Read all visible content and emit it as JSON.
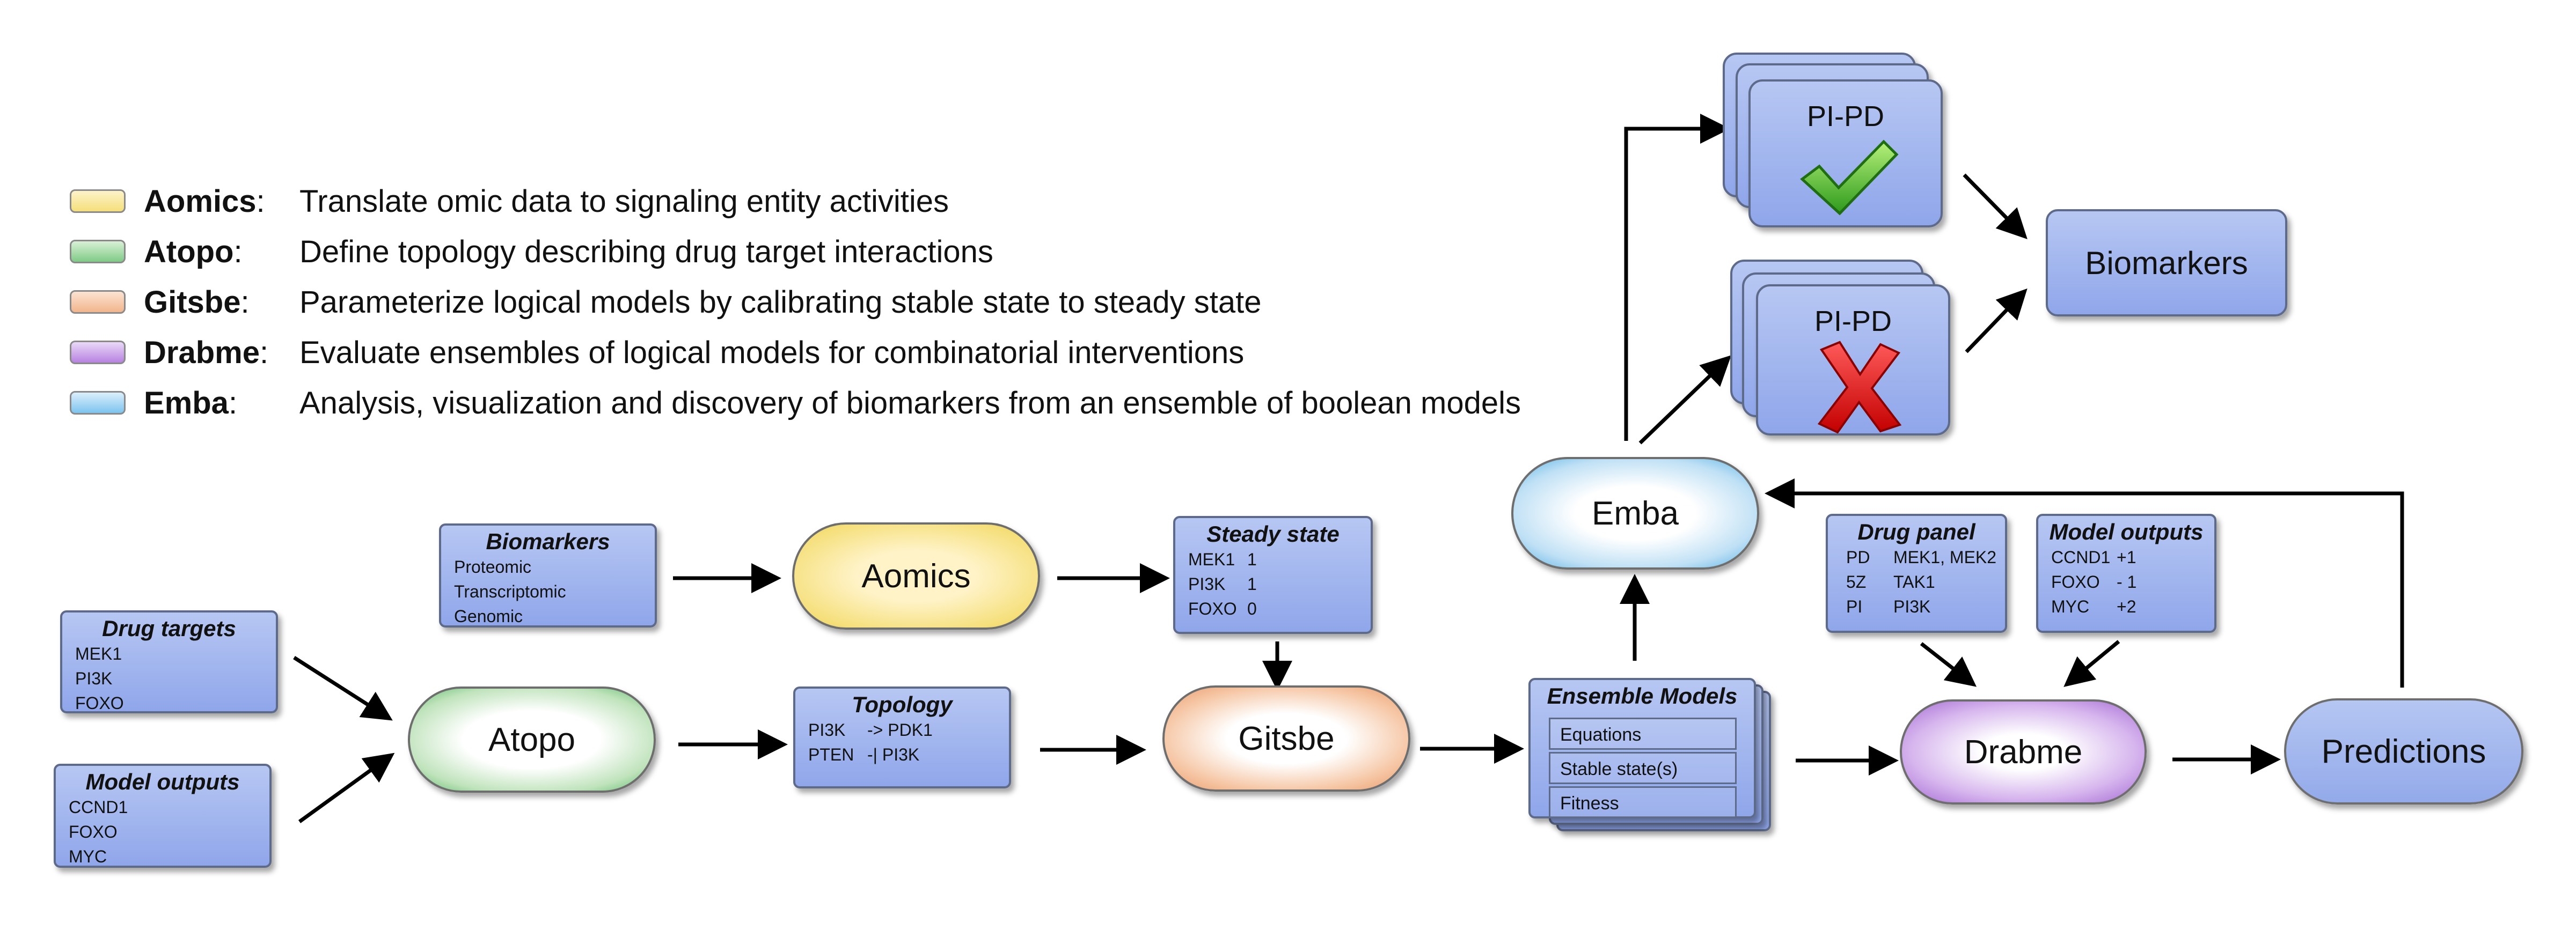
{
  "legend": [
    {
      "name": "Aomics",
      "desc": "Translate omic data to signaling entity activities",
      "color": "#f5df7a"
    },
    {
      "name": "Atopo",
      "desc": "Define topology describing drug target interactions",
      "color": "#7fcb86"
    },
    {
      "name": "Gitsbe",
      "desc": "Parameterize logical models by calibrating stable state to steady state",
      "color": "#f2b58c"
    },
    {
      "name": "Drabme",
      "desc": "Evaluate ensembles of logical models for combinatorial interventions",
      "color": "#b782e0"
    },
    {
      "name": "Emba",
      "desc": "Analysis, visualization and discovery of biomarkers from an ensemble of boolean models",
      "color": "#7cc4ee"
    }
  ],
  "legend_colon": ":",
  "drug_targets": {
    "title": "Drug targets",
    "items": [
      "MEK1",
      "PI3K",
      "FOXO"
    ]
  },
  "model_outputs_left": {
    "title": "Model outputs",
    "items": [
      "CCND1",
      "FOXO",
      "MYC"
    ]
  },
  "biomarkers_input": {
    "title": "Biomarkers",
    "items": [
      "Proteomic",
      "Transcriptomic",
      "Genomic"
    ]
  },
  "aomics": "Aomics",
  "atopo": "Atopo",
  "steady_state": {
    "title": "Steady state",
    "rows": [
      [
        "MEK1",
        "1"
      ],
      [
        "PI3K",
        "1"
      ],
      [
        "FOXO",
        "0"
      ]
    ]
  },
  "topology": {
    "title": "Topology",
    "rows": [
      [
        "PI3K",
        "-> PDK1"
      ],
      [
        "PTEN",
        "-| PI3K"
      ]
    ]
  },
  "gitsbe": "Gitsbe",
  "ensemble": {
    "title": "Ensemble Models",
    "fields": [
      "Equations",
      "Stable state(s)",
      "Fitness"
    ]
  },
  "emba": "Emba",
  "drug_panel": {
    "title": "Drug panel",
    "rows": [
      [
        "PD",
        "MEK1, MEK2"
      ],
      [
        "5Z",
        "TAK1"
      ],
      [
        "PI",
        "PI3K"
      ]
    ]
  },
  "model_outputs_right": {
    "title": "Model outputs",
    "rows": [
      [
        "CCND1",
        "+1"
      ],
      [
        "FOXO",
        "- 1"
      ],
      [
        "MYC",
        "+2"
      ]
    ]
  },
  "drabme": "Drabme",
  "predictions": "Predictions",
  "pipd_good": "PI-PD",
  "pipd_bad": "PI-PD",
  "biomarkers_output": "Biomarkers"
}
